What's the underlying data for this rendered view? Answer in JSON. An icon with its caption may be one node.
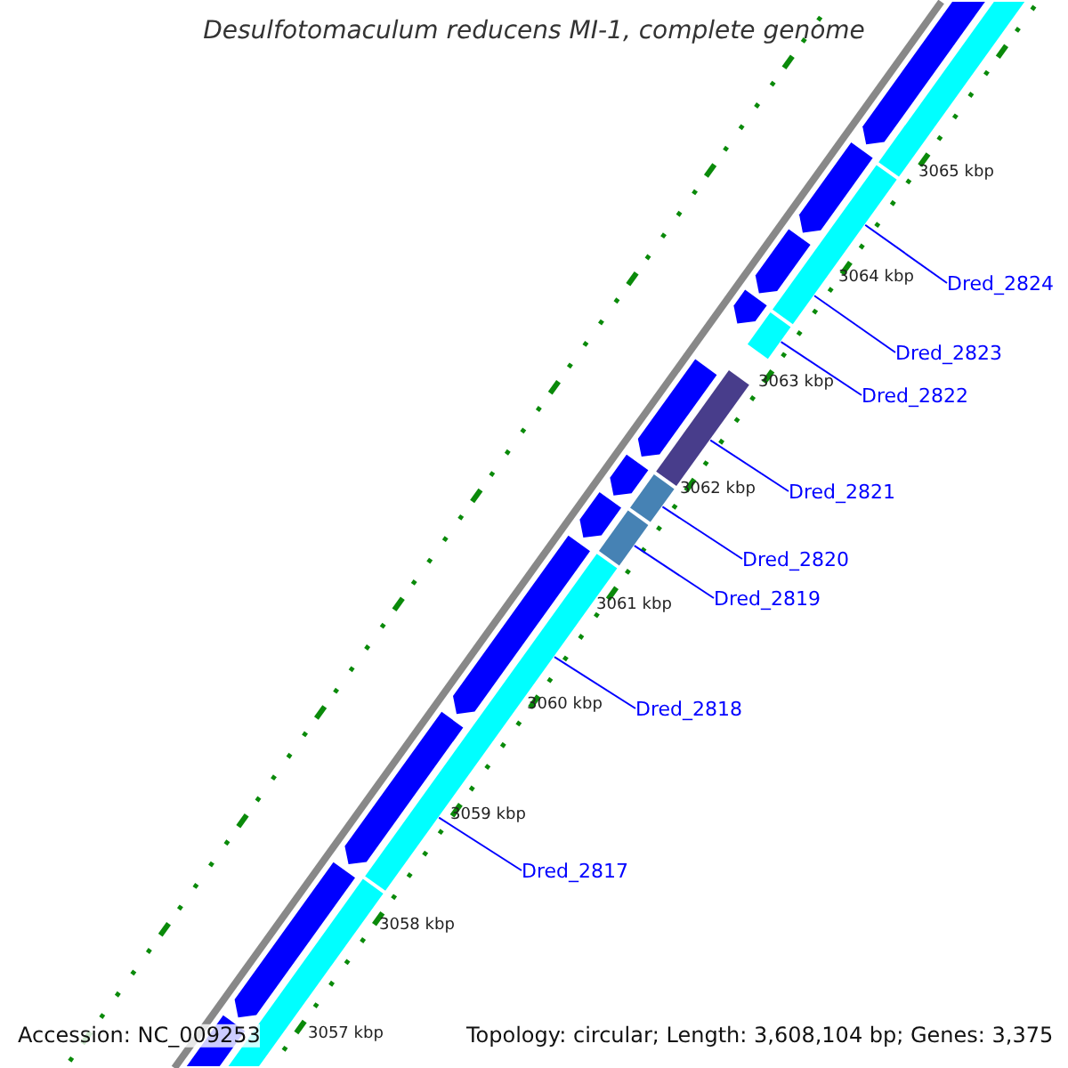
{
  "diagram": {
    "title": "Desulfotomaculum reducens MI-1, complete genome",
    "nodes": [
      {
        "text": [
          "Dred_2824"
        ]
      },
      {
        "text": [
          "Dred_2823"
        ]
      },
      {
        "text": [
          "Dred_2822"
        ]
      },
      {
        "text": [
          "Dred_2821"
        ]
      },
      {
        "text": [
          "Dred_2820"
        ]
      },
      {
        "text": [
          "Dred_2819"
        ]
      },
      {
        "text": [
          "Dred_2818"
        ]
      },
      {
        "text": [
          "Dred_2817"
        ]
      },
      {
        "text": [],
        "shape": "bar"
      },
      {
        "text": [],
        "shape": "bar"
      },
      {
        "text": [],
        "shape": "bar"
      },
      {
        "text": [],
        "shape": "bar"
      },
      {
        "text": [],
        "shape": "bar"
      },
      {
        "text": [],
        "shape": "bar"
      },
      {
        "text": [],
        "shape": "bar"
      },
      {
        "text": [],
        "shape": "bar"
      },
      {
        "text": [],
        "shape": "pentagon"
      },
      {
        "text": [],
        "shape": "pentagon"
      },
      {
        "text": [],
        "shape": "pentagon"
      },
      {
        "text": [],
        "shape": "pentagon"
      },
      {
        "text": [],
        "shape": "pentagon"
      },
      {
        "text": [],
        "shape": "pentagon"
      },
      {
        "text": [],
        "shape": "pentagon"
      },
      {
        "text": [],
        "shape": "pentagon"
      },
      {
        "text": [],
        "shape": "pentagon"
      },
      {
        "text": [],
        "shape": "pentagon"
      },
      {
        "text": [],
        "shape": "pentagon"
      }
    ],
    "edges": [
      {
        "from": 0,
        "to": 9,
        "arrow": "none"
      },
      {
        "from": 1,
        "to": 9,
        "arrow": "none"
      },
      {
        "from": 2,
        "to": 10,
        "arrow": "none"
      },
      {
        "from": 3,
        "to": 11,
        "arrow": "none"
      },
      {
        "from": 4,
        "to": 12,
        "arrow": "none"
      },
      {
        "from": 5,
        "to": 13,
        "arrow": "none"
      },
      {
        "from": 6,
        "to": 14,
        "arrow": "none"
      },
      {
        "from": 7,
        "to": 14,
        "arrow": "none"
      }
    ],
    "labels": [
      "3065 kbp",
      "3064 kbp",
      "3063 kbp",
      "3062 kbp",
      "3061 kbp",
      "3060 kbp",
      "3059 kbp",
      "3058 kbp",
      "3057 kbp",
      "Accession: NC_009253",
      "Topology: circular; Length: 3,608,104 bp; Genes: 3,375"
    ]
  }
}
